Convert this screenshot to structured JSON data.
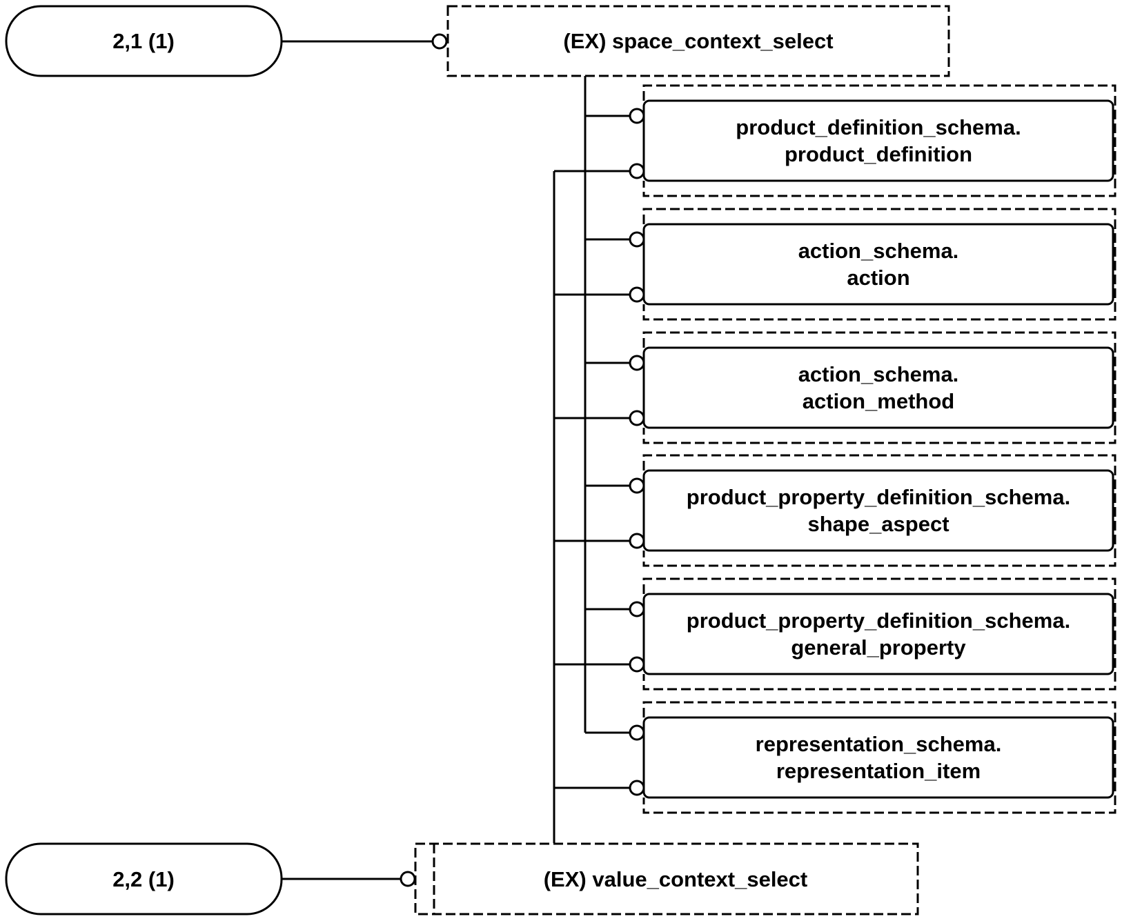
{
  "diagram": {
    "type": "EXPRESS-G schema diagram",
    "page_refs": [
      {
        "id": "ref-1",
        "label": "2,1 (1)",
        "connects_to": "space_context_select"
      },
      {
        "id": "ref-2",
        "label": "2,2 (1)",
        "connects_to": "value_context_select"
      }
    ],
    "select_types": [
      {
        "id": "space_context_select",
        "label": "(EX) space_context_select"
      },
      {
        "id": "value_context_select",
        "label": "(EX) value_context_select"
      }
    ],
    "entities": [
      {
        "line1": "product_definition_schema.",
        "line2": "product_definition"
      },
      {
        "line1": "action_schema.",
        "line2": "action"
      },
      {
        "line1": "action_schema.",
        "line2": "action_method"
      },
      {
        "line1": "product_property_definition_schema.",
        "line2": "shape_aspect"
      },
      {
        "line1": "product_property_definition_schema.",
        "line2": "general_property"
      },
      {
        "line1": "representation_schema.",
        "line2": "representation_item"
      }
    ],
    "relationships": [
      {
        "from": "space_context_select",
        "to": "all entities"
      },
      {
        "from": "value_context_select",
        "to": "all entities"
      }
    ]
  }
}
